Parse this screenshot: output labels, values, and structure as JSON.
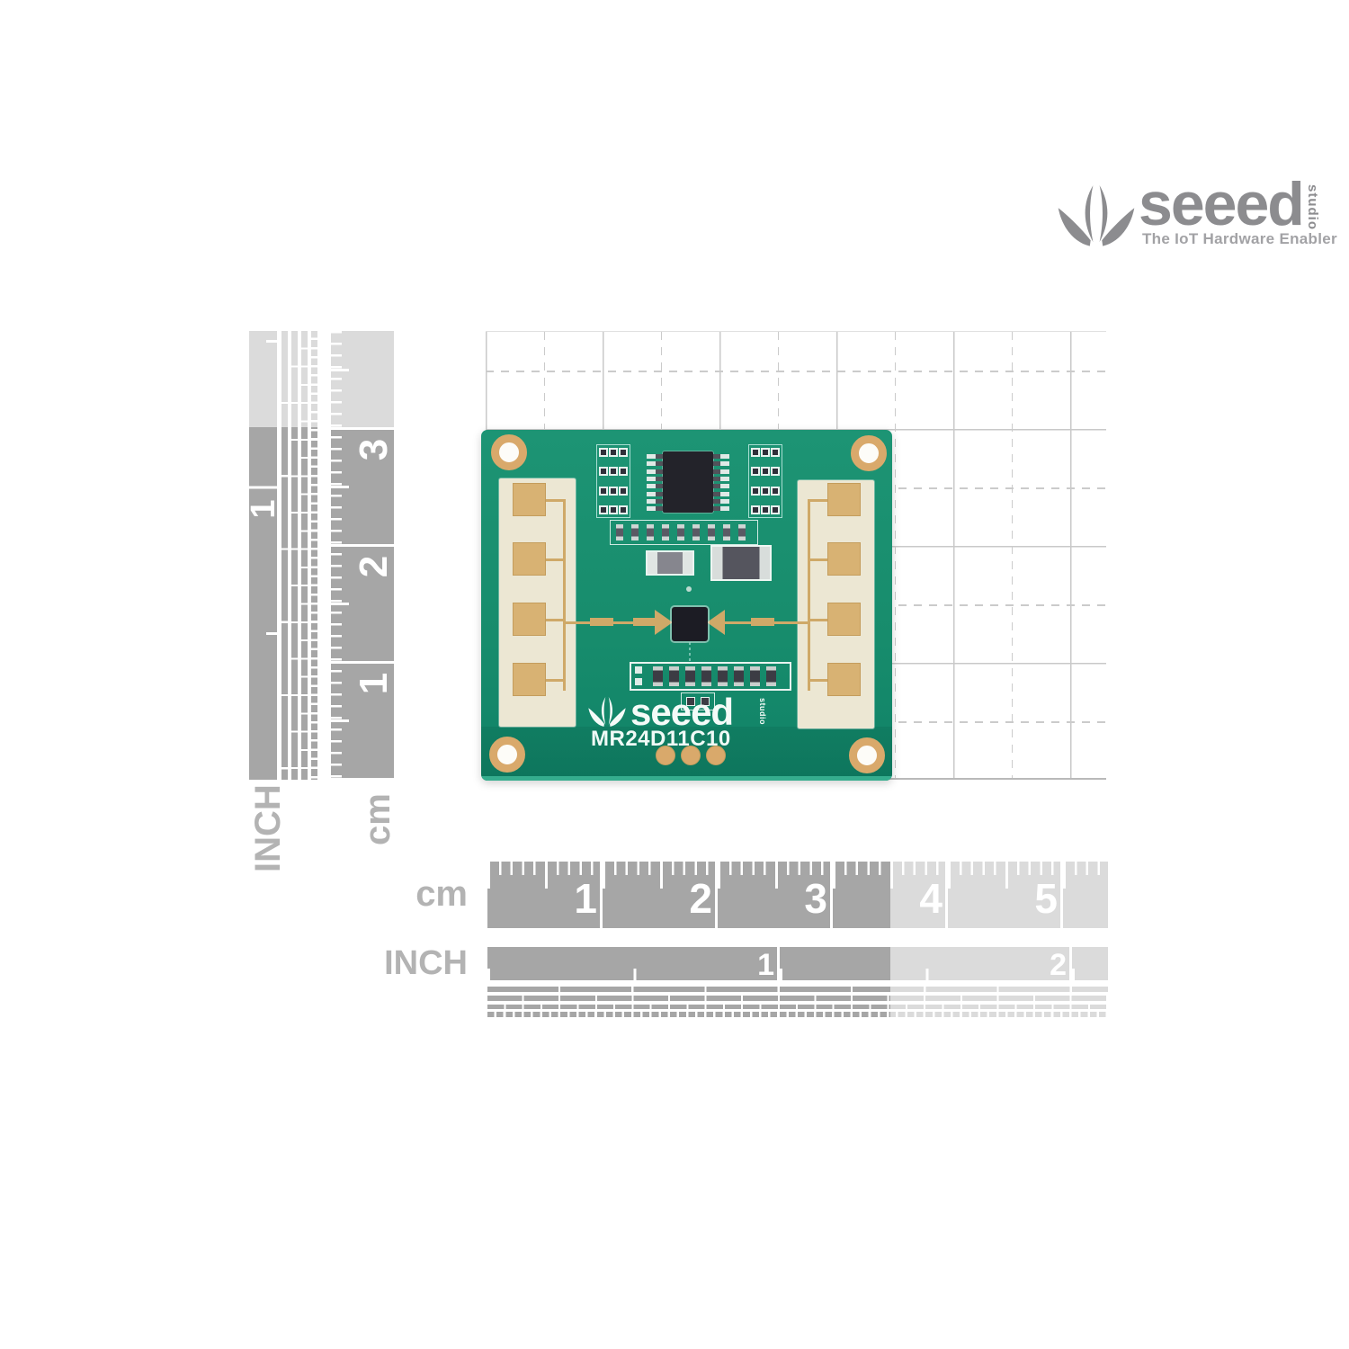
{
  "logo": {
    "brand": "seeed",
    "studio": "studio",
    "tagline": "The IoT Hardware Enabler"
  },
  "pcb": {
    "brand": "seeed",
    "studio": "studio",
    "model": "MR24D11C10"
  },
  "rulers": {
    "vertical": {
      "cm_label": "cm",
      "inch_label": "INCH",
      "cm_numbers": [
        "3",
        "2",
        "1"
      ],
      "inch_number": "1"
    },
    "horizontal": {
      "cm_label": "cm",
      "inch_label": "INCH",
      "cm_numbers": [
        "1",
        "2",
        "3",
        "4",
        "5"
      ],
      "inch_numbers": [
        "1",
        "2"
      ]
    }
  },
  "colors": {
    "ruler_dark": "#a6a6a6",
    "ruler_light": "#dbdbdb",
    "ruler_label": "#b3b3b3",
    "board_green": "#178c6c",
    "copper_gold": "#d8b273",
    "substrate_cream": "#ece7d3",
    "logo_gray": "#8c8c8f",
    "silkscreen_white": "#f4fbf8"
  }
}
